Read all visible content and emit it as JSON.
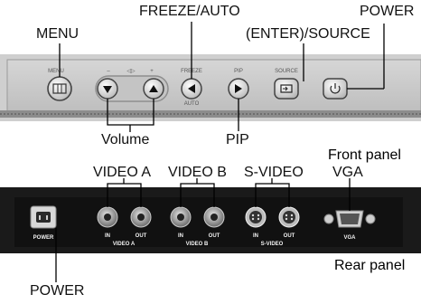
{
  "front_panel": {
    "caption": "Front panel",
    "callouts": {
      "menu": "MENU",
      "freeze_auto": "FREEZE/AUTO",
      "enter_source": "(ENTER)/SOURCE",
      "power": "POWER",
      "volume": "Volume",
      "pip": "PIP"
    },
    "printed": {
      "menu": "MENU",
      "minus": "–",
      "vol": "◁▷",
      "plus": "+",
      "freeze": "FREEZE",
      "auto": "AUTO",
      "pip": "PIP",
      "source": "SOURCE"
    }
  },
  "rear_panel": {
    "caption": "Rear panel",
    "callouts": {
      "video_a": "VIDEO A",
      "video_b": "VIDEO B",
      "s_video": "S-VIDEO",
      "vga": "VGA",
      "power": "POWER"
    },
    "printed": {
      "power": "POWER",
      "in": "IN",
      "out": "OUT",
      "video_a": "VIDEO A",
      "video_b": "VIDEO B",
      "s_video": "S-VIDEO",
      "vga": "VGA"
    }
  }
}
